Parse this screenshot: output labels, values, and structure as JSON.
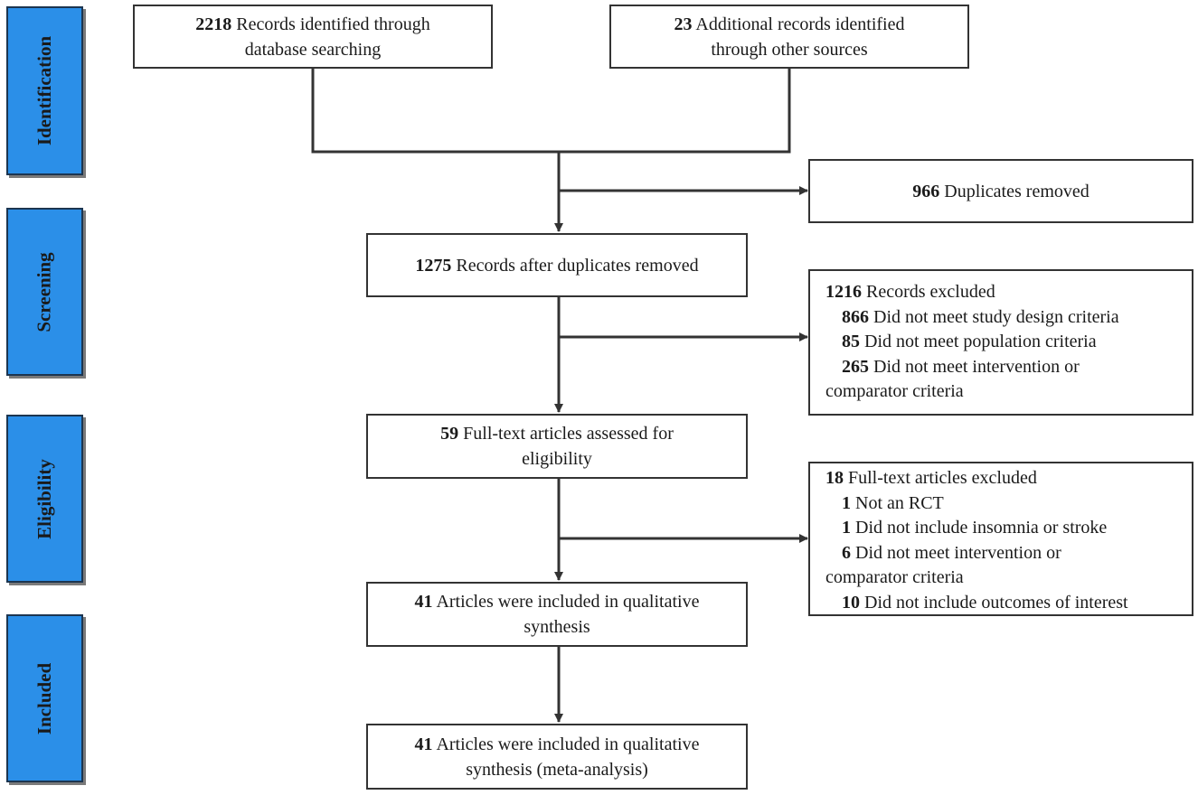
{
  "stages": {
    "identification": "Identification",
    "screening": "Screening",
    "eligibility": "Eligibility",
    "included": "Included"
  },
  "boxes": {
    "database_records": {
      "num": "2218",
      "line1": "Records identified through",
      "line2": "database searching"
    },
    "additional_records": {
      "num": "23",
      "line1": "Additional records identified",
      "line2": "through other sources"
    },
    "duplicates_removed": {
      "num": "966",
      "text": "Duplicates removed"
    },
    "after_duplicates": {
      "num": "1275",
      "text": "Records after duplicates removed"
    },
    "records_excluded": {
      "num": "1216",
      "text": "Records excluded",
      "items": [
        {
          "num": "866",
          "text": "Did not meet study design criteria"
        },
        {
          "num": "85",
          "text": "Did not meet population  criteria"
        },
        {
          "num": "265",
          "text": "Did not meet intervention or",
          "cont": "comparator criteria"
        }
      ]
    },
    "fulltext_assessed": {
      "num": "59",
      "line1": "Full-text articles assessed for",
      "line2": "eligibility"
    },
    "fulltext_excluded": {
      "num": "18",
      "text": "Full-text articles excluded",
      "items": [
        {
          "num": "1",
          "text": "Not an RCT"
        },
        {
          "num": "1",
          "text": "Did not include insomnia or stroke"
        },
        {
          "num": "6",
          "text": "Did not meet intervention or",
          "cont": "comparator criteria"
        },
        {
          "num": "10",
          "text": "Did not include outcomes of interest"
        }
      ]
    },
    "qualitative": {
      "num": "41",
      "line1": "Articles were included in qualitative",
      "line2": "synthesis"
    },
    "meta_analysis": {
      "num": "41",
      "line1": "Articles were included in qualitative",
      "line2": "synthesis (meta-analysis)"
    }
  },
  "colors": {
    "stage_fill": "#2b8fe8",
    "line": "#333333"
  }
}
